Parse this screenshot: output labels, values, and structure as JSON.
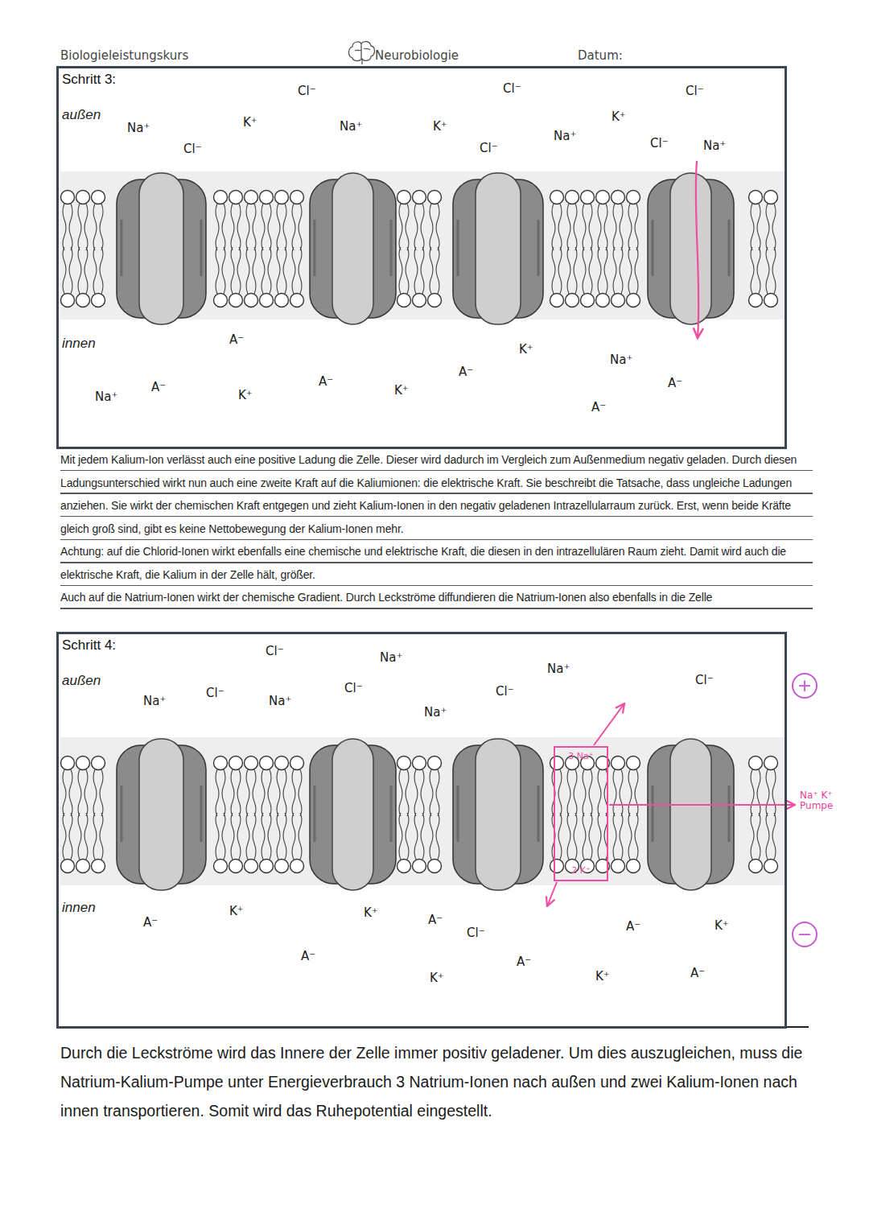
{
  "diagram": {
    "nodes": [
      {
        "text": [
          "Schritt 3:"
        ]
      },
      {
        "text": [
          "Schritt 4:"
        ]
      },
      {
        "text": [
          "3 Na⁺",
          "2 K⁺"
        ],
        "in": 1
      },
      {
        "text": [
          "+"
        ]
      },
      {
        "text": [
          "−"
        ]
      }
    ],
    "labels": [
      "Biologieleistungskurs",
      "Neurobiologie",
      "Datum:",
      "außen",
      "Cl⁻",
      "Cl⁻",
      "Cl⁻",
      "Na⁺",
      "K⁺",
      "Na⁺",
      "K⁺",
      "Na⁺",
      "K⁺",
      "Cl⁻",
      "Cl⁻",
      "Cl⁻",
      "Na⁺",
      "innen",
      "A⁻",
      "K⁺",
      "Na⁺",
      "A⁻",
      "A⁻",
      "A⁻",
      "Na⁺",
      "A⁻",
      "K⁺",
      "K⁺",
      "A⁻",
      "Mit jedem Kalium-Ion verlässt auch eine positive Ladung die Zelle. Dieser wird dadurch im Vergleich zum Außenmedium negativ geladen. Durch diesen Ladungsunterschied wirkt nun auch eine zweite Kraft auf die Kaliumionen: die elektrische Kraft. Sie beschreibt die Tatsache, dass ungleiche Ladungen anziehen. Sie wirkt der chemischen Kraft entgegen und zieht Kalium-Ionen in den negativ geladenen Intrazellularraum zurück. Erst, wenn beide Kräfte gleich groß sind, gibt es keine Nettobewegung der Kalium-Ionen mehr.",
      "Achtung: auf die Chlorid-Ionen wirkt ebenfalls eine chemische und elektrische Kraft, die diesen in den intrazellulären Raum zieht. Damit wird auch die elektrische Kraft, die Kalium in der Zelle hält, größer.",
      "Auch auf die Natrium-Ionen wirkt der chemische Gradient. Durch Leckströme diffundieren die Natrium-Ionen also ebenfalls in die Zelle",
      "außen",
      "Cl⁻",
      "Na⁺",
      "Na⁺",
      "Na⁺",
      "Cl⁻",
      "Na⁺",
      "Cl⁻",
      "Na⁺",
      "Cl⁻",
      "Cl⁻",
      "innen",
      "A⁻",
      "K⁺",
      "K⁺",
      "A⁻",
      "Cl⁻",
      "A⁻",
      "A⁻",
      "K⁺",
      "K⁺",
      "A⁻",
      "K⁺",
      "A⁻",
      "Na⁺ K⁺ Pumpe",
      "Durch die Leckströme wird das Innere der Zelle immer positiv geladener. Um dies auszugleichen, muss die Natrium-Kalium-Pumpe unter Energieverbrauch 3 Natrium-Ionen nach außen und zwei Kalium-Ionen nach innen transportieren. Somit wird das Ruhepotential eingestellt."
    ]
  }
}
